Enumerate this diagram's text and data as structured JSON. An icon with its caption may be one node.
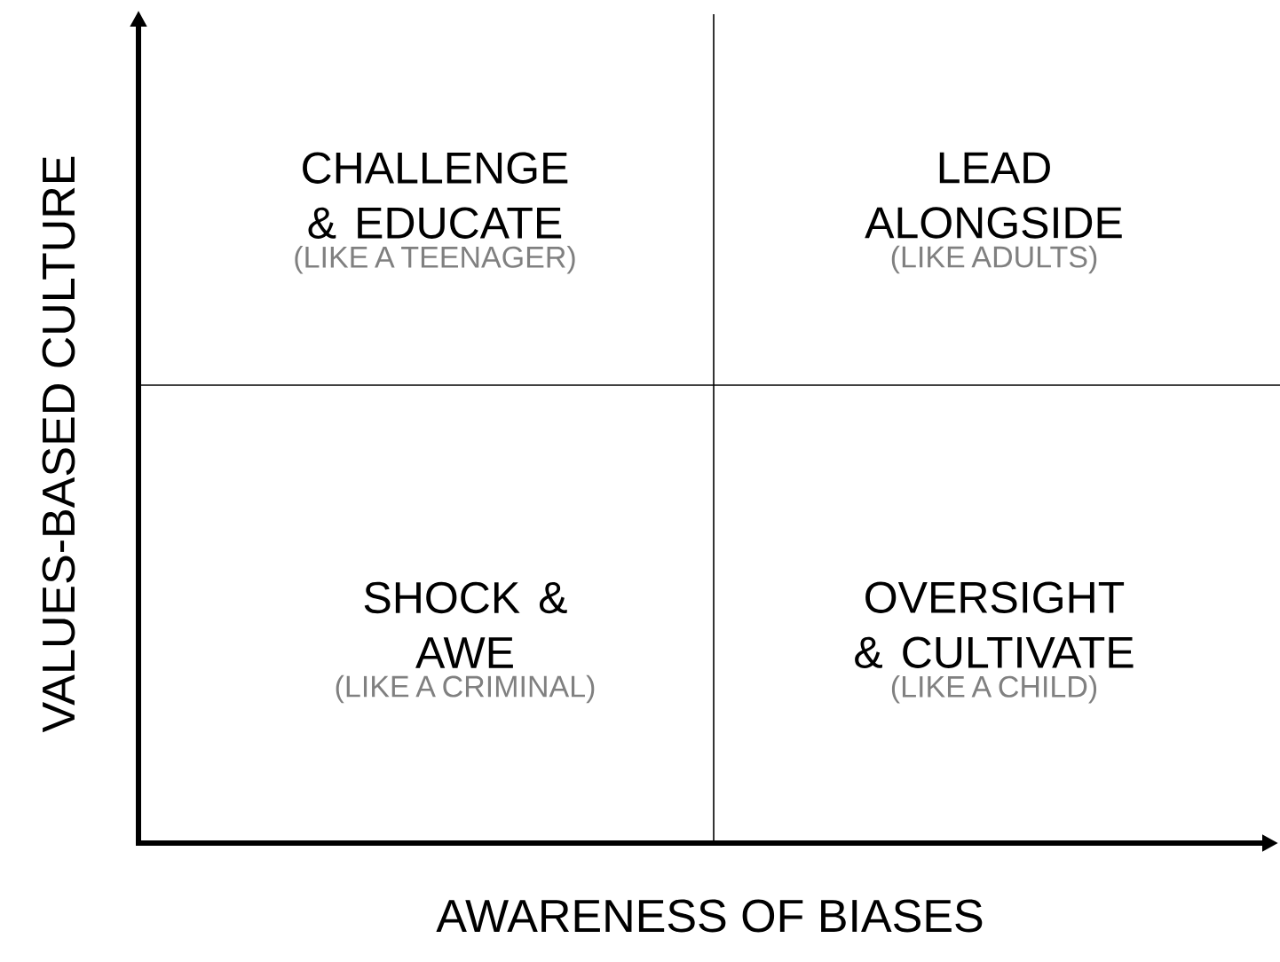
{
  "diagram": {
    "nodes": [
      {
        "text": [
          "CHALLENGE & EDUCATE",
          "(LIKE A TEENAGER)"
        ]
      },
      {
        "text": [
          "LEAD ALONGSIDE",
          "(LIKE ADULTS)"
        ]
      },
      {
        "text": [
          "SHOCK & AWE",
          "(LIKE A CRIMINAL)"
        ]
      },
      {
        "text": [
          "OVERSIGHT & CULTIVATE",
          "(LIKE A CHILD)"
        ]
      }
    ],
    "labels": [
      "VALUES-BASED CULTURE",
      "AWARENESS OF BIASES"
    ]
  }
}
